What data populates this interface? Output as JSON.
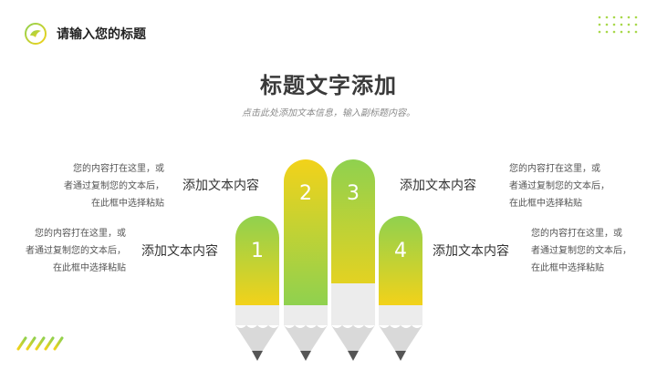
{
  "header": {
    "title": "请输入您的标题",
    "logo_icon": "leaf-logo-icon"
  },
  "main": {
    "title": "标题文字添加",
    "subtitle": "点击此处添加文本信息，输入副标题内容。"
  },
  "items": [
    {
      "number": "1",
      "label": "添加文本内容",
      "desc_lines": [
        "您的内容打在这里，或",
        "者通过复制您的文本后，",
        "在此框中选择粘贴"
      ]
    },
    {
      "number": "2",
      "label": "添加文本内容",
      "desc_lines": [
        "您的内容打在这里，或",
        "者通过复制您的文本后，",
        "在此框中选择粘贴"
      ]
    },
    {
      "number": "3",
      "label": "添加文本内容",
      "desc_lines": [
        "您的内容打在这里，或",
        "者通过复制您的文本后，",
        "在此框中选择粘贴"
      ]
    },
    {
      "number": "4",
      "label": "添加文本内容",
      "desc_lines": [
        "您的内容打在这里，或",
        "者通过复制您的文本后，",
        "在此框中选择粘贴"
      ]
    }
  ],
  "colors": {
    "green": "#8fd14f",
    "yellow": "#f2d21a",
    "gray": "#666666"
  }
}
